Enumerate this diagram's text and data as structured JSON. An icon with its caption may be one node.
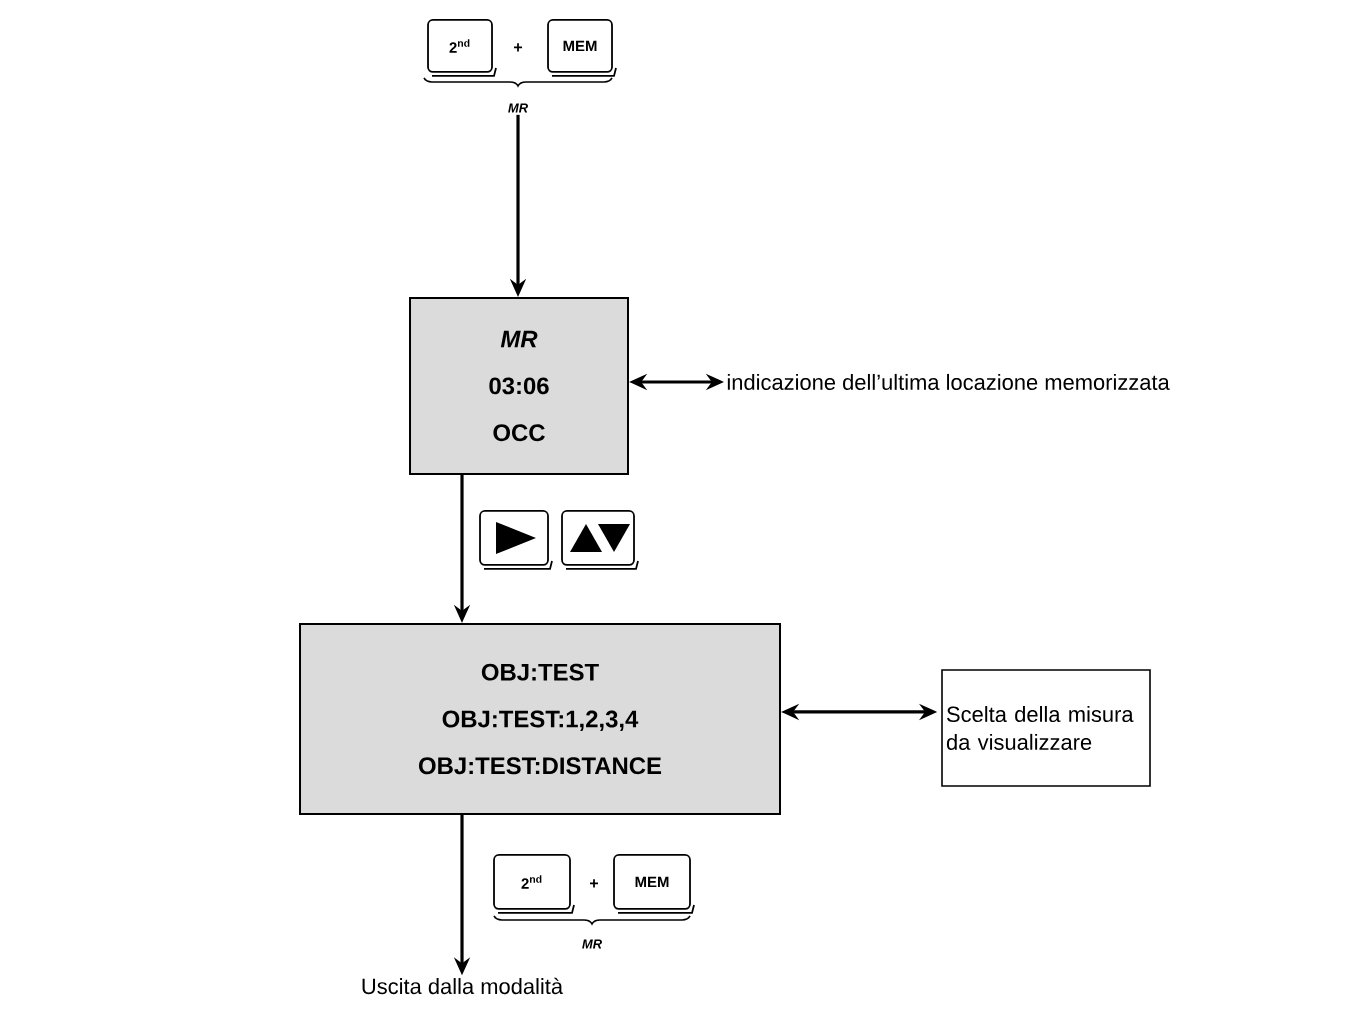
{
  "diagram": {
    "nodes": [
      {
        "text": [
          "2$^{nd}$"
        ]
      },
      {
        "text": [
          "MEM"
        ]
      },
      {
        "text": [
          "MR"
        ]
      },
      {
        "text": [
          "MR",
          "03:06",
          "OCC"
        ]
      },
      {
        "text": [
          "indicazione dell’ultima locazione memorizzata"
        ]
      },
      {
        "text": [],
        "shape": "box"
      },
      {
        "text": [],
        "shape": "box"
      },
      {
        "text": [
          "OBJ:TEST",
          "OBJ:TEST:1,2,3,4",
          "OBJ:TEST:DISTANCE"
        ]
      },
      {
        "text": [
          "Scelta della misura da visualizzare"
        ]
      },
      {
        "text": [
          "2$^{nd}$"
        ]
      },
      {
        "text": [
          "MEM"
        ]
      },
      {
        "text": [
          "MR"
        ]
      },
      {
        "text": [
          "Uscita dalla modalità"
        ]
      }
    ],
    "edges": [
      {
        "from": 2,
        "to": 3,
        "arrow": "to"
      },
      {
        "from": 3,
        "to": 4,
        "arrow": "both"
      },
      {
        "from": 3,
        "to": 7,
        "arrow": "to"
      },
      {
        "from": 7,
        "to": 8,
        "arrow": "both"
      },
      {
        "from": 7,
        "to": 12,
        "arrow": "to"
      }
    ],
    "labels": [
      "+",
      "+"
    ]
  }
}
